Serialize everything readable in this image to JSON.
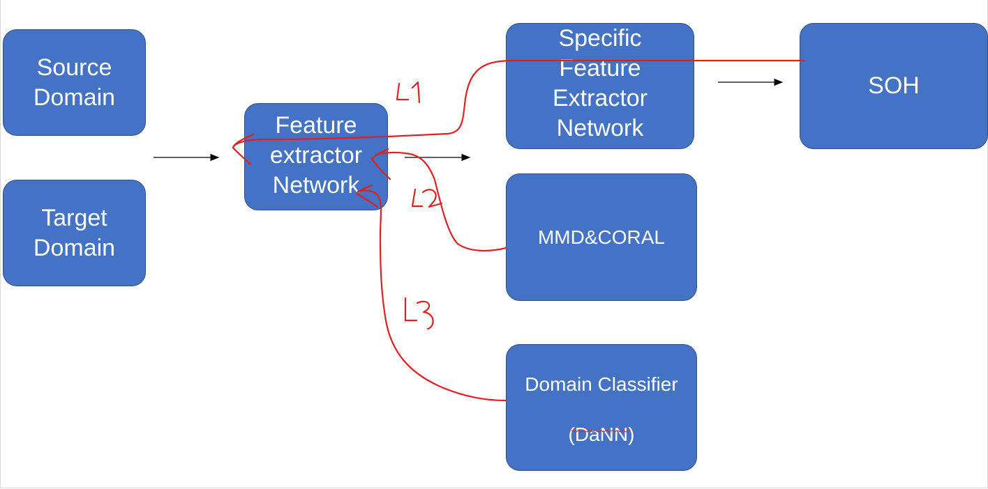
{
  "boxes": {
    "source": "Source\nDomain",
    "target": "Target\nDomain",
    "feature": "Feature\nextractor\nNetwork",
    "specific": "Specific\nFeature\nExtractor\nNetwork",
    "soh": "SOH",
    "mmd": "MMD&CORAL",
    "dann_line1": "Domain  Classifier",
    "dann_line2": "(DaNN)"
  },
  "colors": {
    "box_fill": "#4472c4",
    "box_border": "#2f4f8a",
    "annotation": "#e02020"
  }
}
